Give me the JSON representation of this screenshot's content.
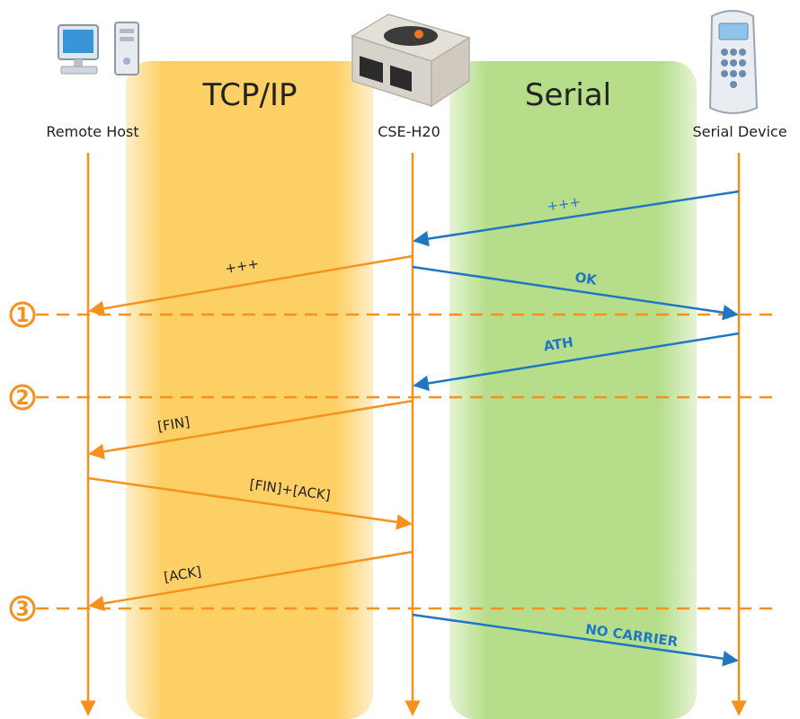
{
  "lanes": {
    "tcpip": {
      "label": "TCP/IP",
      "color": "#FDD065"
    },
    "serial": {
      "label": "Serial",
      "color": "#B6DE8A"
    }
  },
  "entities": {
    "remote_host": {
      "label": "Remote Host",
      "icon": "desktop-computer-icon"
    },
    "cse_h20": {
      "label": "CSE-H20",
      "icon": "serial-device-server-icon"
    },
    "serial_device": {
      "label": "Serial Device",
      "icon": "keypad-terminal-icon"
    }
  },
  "messages": {
    "m1": {
      "label": "+++",
      "from": "Serial Device",
      "to": "CSE-H20"
    },
    "m2": {
      "label": "+++",
      "from": "CSE-H20",
      "to": "Remote Host"
    },
    "m3": {
      "label": "OK",
      "from": "CSE-H20",
      "to": "Serial Device"
    },
    "m4": {
      "label": "ATH",
      "from": "Serial Device",
      "to": "CSE-H20"
    },
    "m5": {
      "label": "[FIN]",
      "from": "CSE-H20",
      "to": "Remote Host"
    },
    "m6": {
      "label": "[FIN]+[ACK]",
      "from": "Remote Host",
      "to": "CSE-H20"
    },
    "m7": {
      "label": "[ACK]",
      "from": "CSE-H20",
      "to": "Remote Host"
    },
    "m8": {
      "label": "NO CARRIER",
      "from": "CSE-H20",
      "to": "Serial Device"
    }
  },
  "steps": {
    "s1": {
      "label": "1"
    },
    "s2": {
      "label": "2"
    },
    "s3": {
      "label": "3"
    }
  },
  "colors": {
    "tcp_arrow": "#F7911D",
    "serial_arrow": "#1F77C3",
    "step_marker": "#F7911D",
    "lifeline": "#F7911D"
  }
}
